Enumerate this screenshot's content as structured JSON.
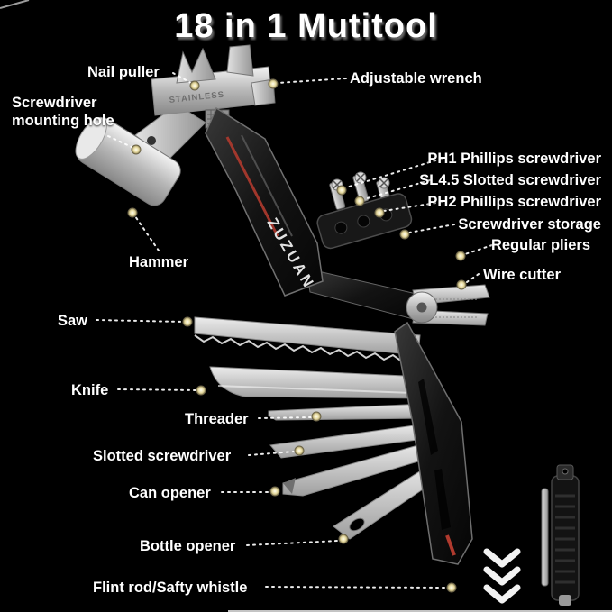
{
  "title": "18 in 1 Mutitool",
  "tool": {
    "brand": "ZUZUAN",
    "head_marking": "STAINLESS"
  },
  "labels": [
    {
      "id": "nail-puller",
      "text": "Nail puller"
    },
    {
      "id": "adjustable-wrench",
      "text": "Adjustable wrench"
    },
    {
      "id": "screwdriver-mounting-hole",
      "text": "Screwdriver mounting hole"
    },
    {
      "id": "ph1-phillips-screwdriver",
      "text": "PH1 Phillips screwdriver"
    },
    {
      "id": "sl45-slotted-screwdriver",
      "text": "SL4.5 Slotted screwdriver"
    },
    {
      "id": "ph2-phillips-screwdriver",
      "text": "PH2 Phillips screwdriver"
    },
    {
      "id": "screwdriver-storage",
      "text": "Screwdriver storage"
    },
    {
      "id": "regular-pliers",
      "text": "Regular pliers"
    },
    {
      "id": "wire-cutter",
      "text": "Wire cutter"
    },
    {
      "id": "hammer",
      "text": "Hammer"
    },
    {
      "id": "saw",
      "text": "Saw"
    },
    {
      "id": "knife",
      "text": "Knife"
    },
    {
      "id": "threader",
      "text": "Threader"
    },
    {
      "id": "slotted-screwdriver",
      "text": "Slotted screwdriver"
    },
    {
      "id": "can-opener",
      "text": "Can opener"
    },
    {
      "id": "bottle-opener",
      "text": "Bottle opener"
    },
    {
      "id": "flint-rod",
      "text": "Flint rod/Safty whistle"
    }
  ],
  "colors": {
    "background": "#000000",
    "label_text": "#ffffff",
    "leader_dot": "#efe3ae",
    "metal": "#c8c8c8",
    "handle_black": "#141414",
    "accent_red": "#b03a2e"
  }
}
